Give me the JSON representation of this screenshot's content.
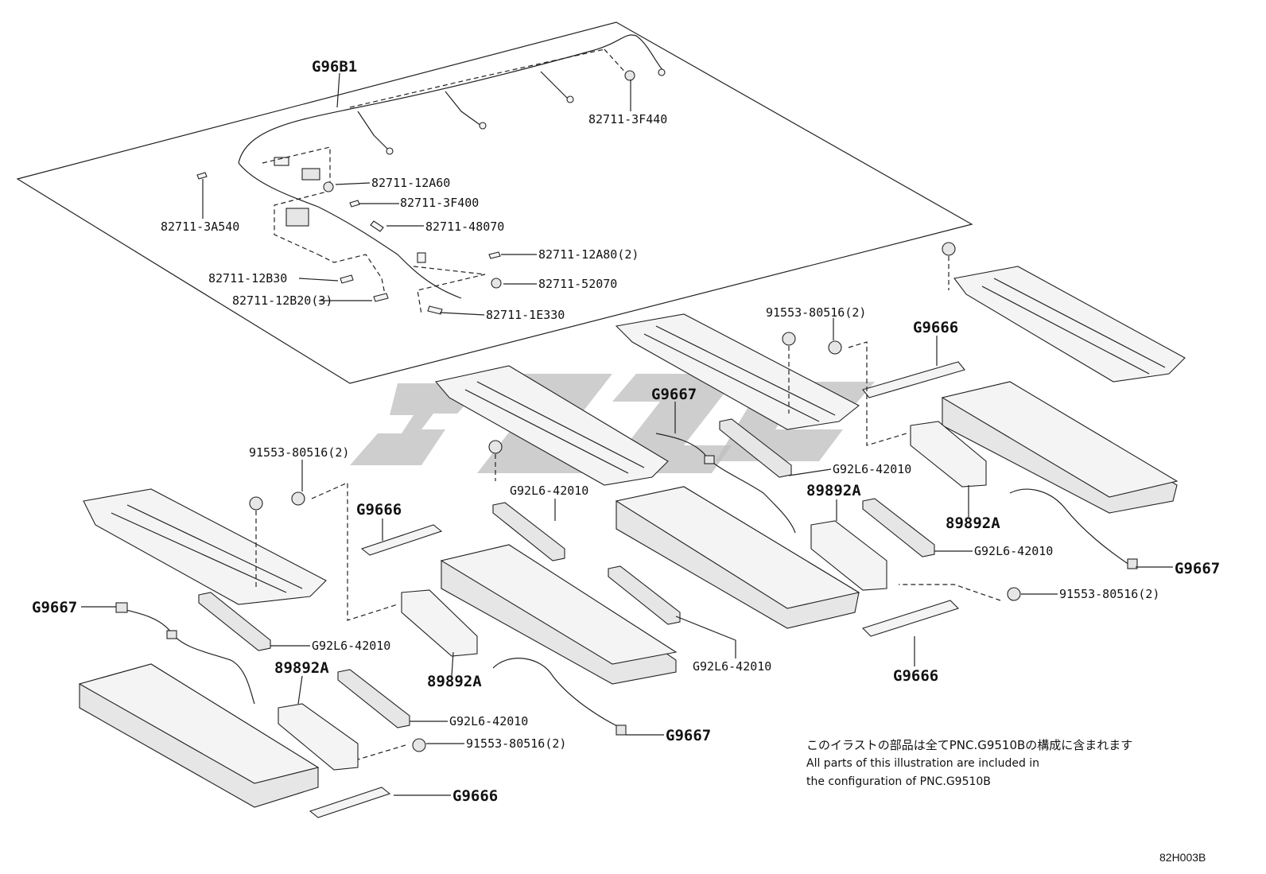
{
  "callouts": {
    "g96b1": "G96B1",
    "c_3f440": "82711-3F440",
    "c_12a60": "82711-12A60",
    "c_3f400": "82711-3F400",
    "c_3a540": "82711-3A540",
    "c_48070": "82711-48070",
    "c_12a80": "82711-12A80(2)",
    "c_12b30": "82711-12B30",
    "c_52070": "82711-52070",
    "c_12b20": "82711-12B20(3)",
    "c_1e330": "82711-1E330",
    "bolt_top": "91553-80516(2)",
    "g9666_top": "G9666",
    "g9667_mid": "G9667",
    "g92l6_a": "G92L6-42010",
    "g92l6_b": "G92L6-42010",
    "bolt_left": "91553-80516(2)",
    "g9666_left": "G9666",
    "p89892a_a": "89892A",
    "p89892a_b": "89892A",
    "g92l6_c": "G92L6-42010",
    "g9667_right": "G9667",
    "bolt_right": "91553-80516(2)",
    "g9667_left": "G9667",
    "g92l6_d": "G92L6-42010",
    "p89892a_c": "89892A",
    "p89892a_d": "89892A",
    "g92l6_e": "G92L6-42010",
    "g92l6_f": "G92L6-42010",
    "g9666_right": "G9666",
    "g9667_bottom": "G9667",
    "bolt_bottom": "91553-80516(2)",
    "g9666_bottom": "G9666"
  },
  "note": {
    "line1": "このイラストの部品は全てPNC.G9510Bの構成に含まれます",
    "line2": "All parts of this illustration are included in",
    "line3": "the configuration of PNC.G9510B"
  },
  "figure_code": "82H003B",
  "colors": {
    "ink": "#111111",
    "watermark": "#bdbdbd"
  }
}
